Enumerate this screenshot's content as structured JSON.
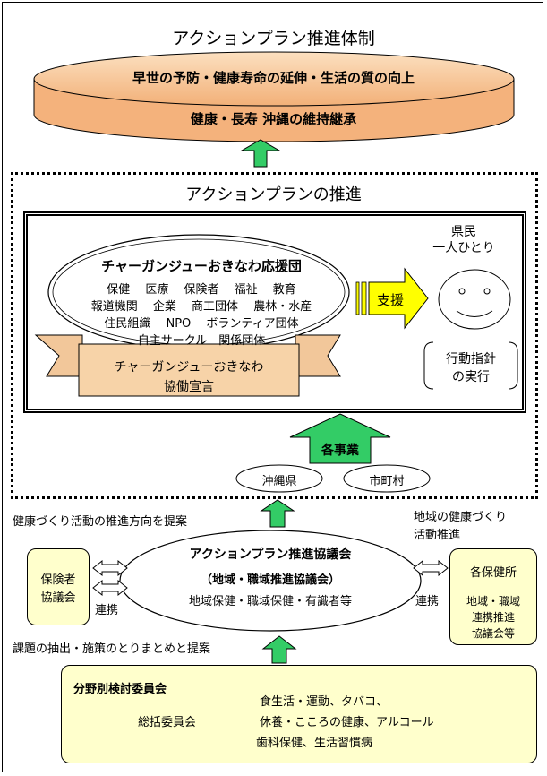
{
  "title": "アクションプラン推進体制",
  "goal": {
    "line1": "早世の予防・健康寿命の延伸・生活の質の向上",
    "line2": "健康・長寿 沖縄の維持継承"
  },
  "promotion": {
    "heading": "アクションプランの推進",
    "support_group": {
      "title": "チャーガンジューおきなわ応援団",
      "row1": "保健　 医療　 保険者　 福祉　 教育",
      "row2": "報道機関　 企業　 商工団体　 農林・水産",
      "row3": "住民組織　 NPO　 ボランティア団体",
      "row4": "自主サークル　関係団体"
    },
    "banner": {
      "line1": "チャーガンジューおきなわ",
      "line2": "協働宣言"
    },
    "support_label": "支援",
    "citizen": {
      "line1": "県民",
      "line2": "一人ひとり"
    },
    "action": {
      "line1": "行動指針",
      "line2": "の実行"
    },
    "projects_label": "各事業",
    "prefecture": "沖縄県",
    "municipalities": "市町村"
  },
  "middle": {
    "propose_direction": "健康づくり活動の推進方向を提案",
    "regional_line1": "地域の健康づくり",
    "regional_line2": "活動推進",
    "council": {
      "title": "アクションプラン推進協議会",
      "sub": "（地域・職域推進協議会）",
      "members": "地域保健・職域保健・有識者等"
    },
    "insurer_council": {
      "line1": "保険者",
      "line2": "協議会"
    },
    "health_centers": {
      "title": "各保健所",
      "line1": "地域・職域",
      "line2": "連携推進",
      "line3": "協議会等"
    },
    "link_left": "連携",
    "link_right": "連携",
    "extract_propose": "課題の抽出・施策のとりまとめと提案"
  },
  "committee": {
    "title": "分野別検討委員会",
    "general": "総括委員会",
    "item1": "食生活・運動、タバコ、",
    "item2": "休養・こころの健康、アルコール",
    "item3": "歯科保健、生活習慣病"
  },
  "colors": {
    "disc": "#F7C38F",
    "disc_rim": "#F0A870",
    "banner": "#F7D3A8",
    "arrow_green": "#33CC66",
    "support_arrow": "#FFFF00",
    "box_fill": "#FFFFCC"
  }
}
